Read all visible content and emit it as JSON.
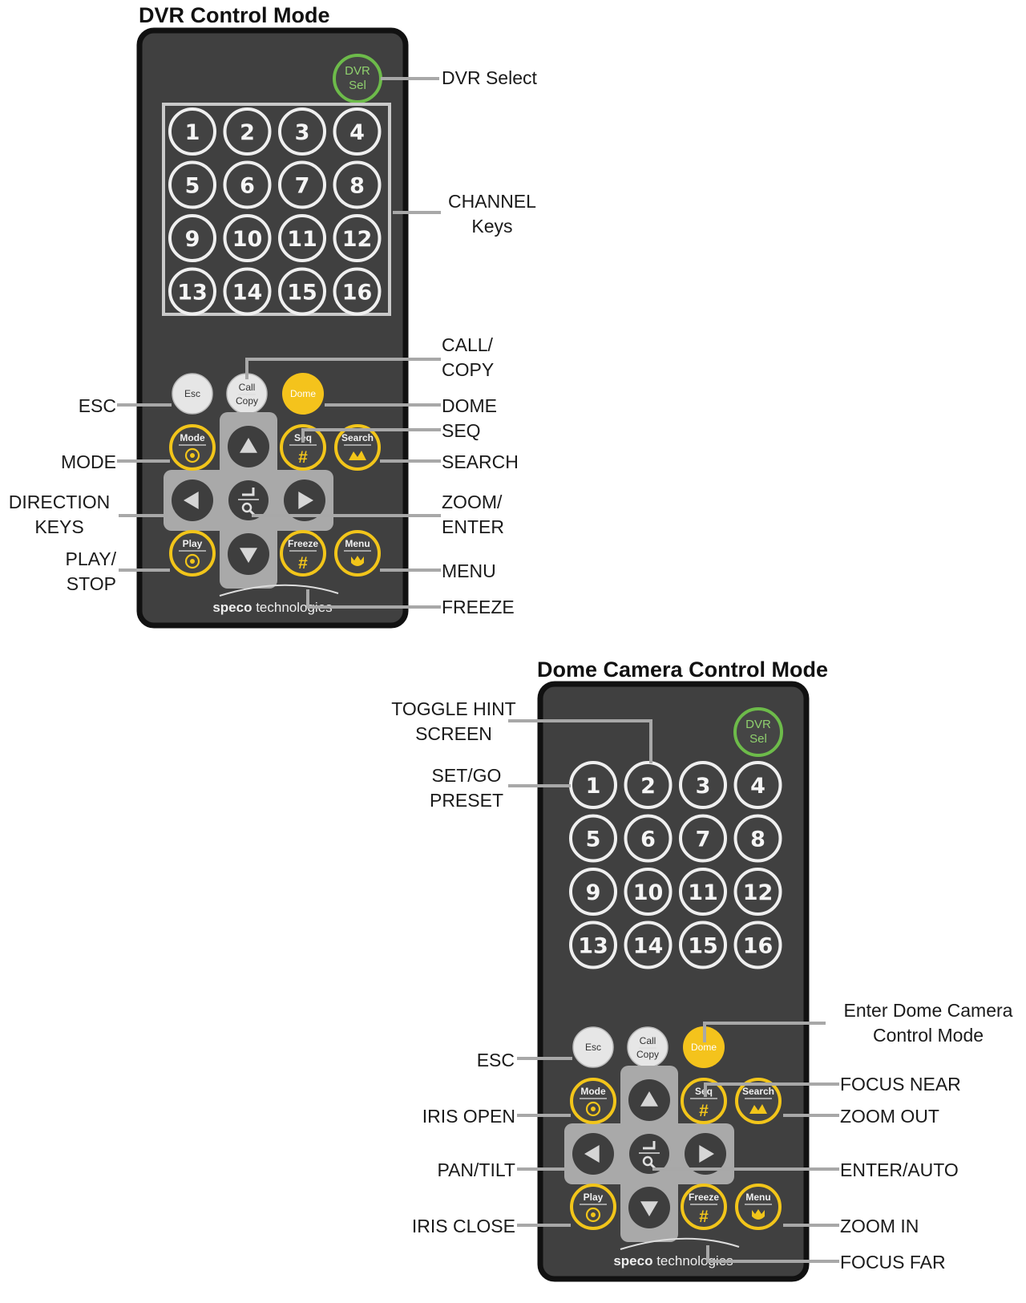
{
  "remote": {
    "dvr_sel": [
      "DVR",
      "Sel"
    ],
    "keys": [
      "1",
      "2",
      "3",
      "4",
      "5",
      "6",
      "7",
      "8",
      "9",
      "10",
      "11",
      "12",
      "13",
      "14",
      "15",
      "16"
    ],
    "esc": "Esc",
    "call_copy": [
      "Call",
      "Copy"
    ],
    "dome": "Dome",
    "mode": "Mode",
    "seq": "Seq",
    "search": "Search",
    "play": "Play",
    "freeze": "Freeze",
    "menu": "Menu",
    "brand_bold": "speco",
    "brand_rest": " technologies"
  },
  "dvr_panel": {
    "title": "DVR Control Mode",
    "labels": {
      "dvr_select": [
        "DVR Select"
      ],
      "channel_keys": [
        "CHANNEL",
        "Keys"
      ],
      "call_copy": [
        "CALL/",
        "COPY"
      ],
      "esc": [
        "ESC"
      ],
      "dome": [
        "DOME"
      ],
      "seq": [
        "SEQ"
      ],
      "mode": [
        "MODE"
      ],
      "search": [
        "SEARCH"
      ],
      "direction_keys": [
        "DIRECTION",
        "KEYS"
      ],
      "zoom_enter": [
        "ZOOM/",
        "ENTER"
      ],
      "play_stop": [
        "PLAY/",
        "STOP"
      ],
      "menu": [
        "MENU"
      ],
      "freeze": [
        "FREEZE"
      ]
    }
  },
  "dome_panel": {
    "title": "Dome Camera Control Mode",
    "labels": {
      "toggle_hint": [
        "TOGGLE HINT",
        "SCREEN"
      ],
      "set_go_preset": [
        "SET/GO",
        "PRESET"
      ],
      "enter_dome": [
        "Enter Dome Camera",
        "Control Mode"
      ],
      "esc": [
        "ESC"
      ],
      "focus_near": [
        "FOCUS NEAR"
      ],
      "iris_open": [
        "IRIS OPEN"
      ],
      "zoom_out": [
        "ZOOM OUT"
      ],
      "pan_tilt": [
        "PAN/TILT"
      ],
      "enter_auto": [
        "ENTER/AUTO"
      ],
      "iris_close": [
        "IRIS CLOSE"
      ],
      "zoom_in": [
        "ZOOM IN"
      ],
      "focus_far": [
        "FOCUS FAR"
      ]
    }
  },
  "colors": {
    "remote_body": "#404040",
    "yellow_accent": "#f2c51a",
    "green_accent": "#6dbb4a",
    "leader_line": "#a8a8a8"
  }
}
